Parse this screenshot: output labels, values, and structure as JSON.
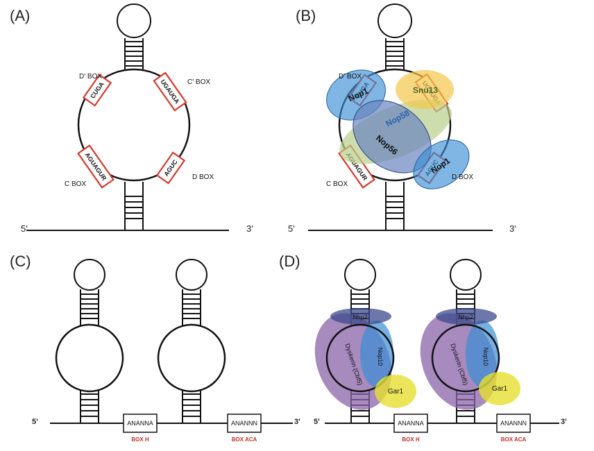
{
  "panels": {
    "a": "(A)",
    "b": "(B)",
    "c": "(C)",
    "d": "(D)"
  },
  "ends": {
    "five": "5'",
    "three": "3'"
  },
  "cd_box": {
    "d_prime_box": "D' BOX",
    "c_prime_box": "C' BOX",
    "c_box": "C BOX",
    "d_box": "D BOX",
    "seq_cuga": "CUGA",
    "seq_ugauga": "UGAUGA",
    "seq_aguagur": "AGUAGUR",
    "seq_aguc": "AGUC"
  },
  "cd_proteins": {
    "nop1_top": "Nop1",
    "snu13": "Snu13",
    "nop58": "Nop58",
    "nop56": "Nop56",
    "nop1_bottom": "Nop1"
  },
  "haca_box": {
    "seq_ananna": "ANANNA",
    "seq_anannn": "ANANNN",
    "box_h": "BOX H",
    "box_aca": "BOX ACA"
  },
  "haca_proteins": {
    "nhp2": "Nhp2",
    "dyskerin": "Dyskerin (Cbf5)",
    "nop10": "Nop10",
    "gar1": "Gar1"
  },
  "colors": {
    "red_box": "#d03a2f",
    "blue": "#3a8fd4",
    "yellow": "#f4c84a",
    "green": "#b9cf8a",
    "purple": "#8a63a8",
    "navy": "#3c4a8c",
    "gar_yellow": "#e6e02f"
  }
}
